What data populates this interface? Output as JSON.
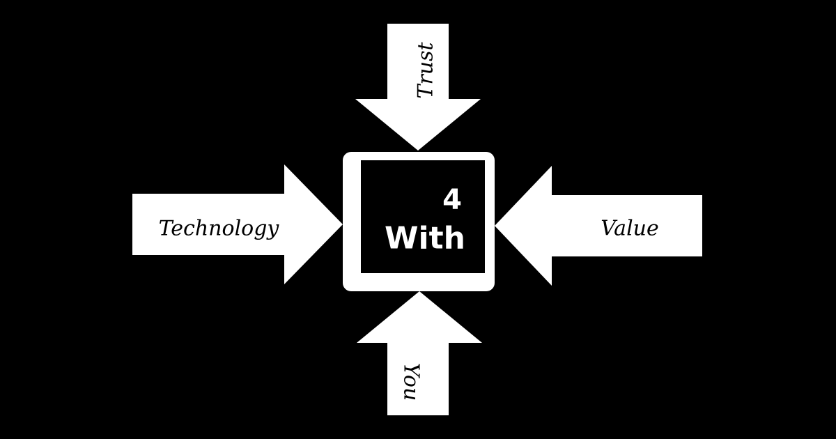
{
  "diagram": {
    "center": {
      "number": "4",
      "word": "With"
    },
    "arrows": {
      "top": "Trust",
      "left": "Technology",
      "right": "Value",
      "bottom": "You"
    }
  },
  "colors": {
    "background": "#000000",
    "foreground": "#ffffff"
  }
}
